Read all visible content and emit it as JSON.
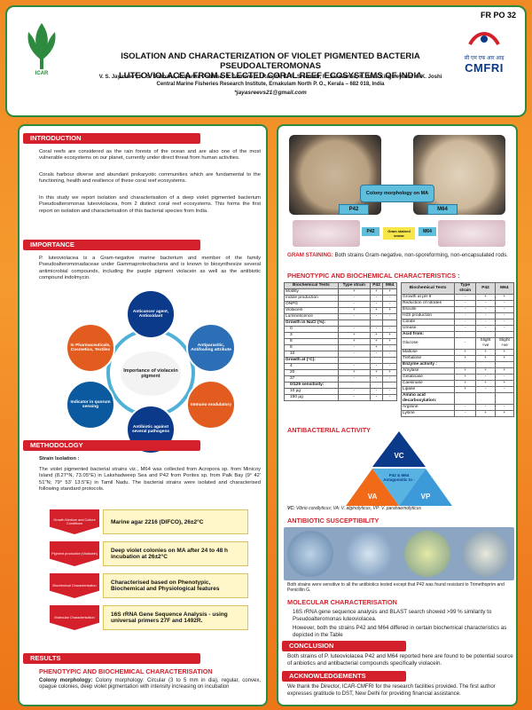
{
  "header": {
    "code": "FR PO 32",
    "title_line1": "ISOLATION AND CHARACTERIZATION OF VIOLET PIGMENTED BACTERIA PSEUDOALTEROMONAS",
    "title_line2": "LUTEOVIOLACEA FROM SELECTED CORAL REEF ECOSYSTEMS OF INDIA",
    "authors": "V. S. Jayasree*, K. S. Sobhana, Priyanka Poulose, S. Jasmine, L. Ranjith, K. R. Sreenath, R. Saravanan, H. Jose Kingsley and K. K. Joshi",
    "institute": "Central Marine Fisheries Research Institute, Ernakulam North P. O., Kerala – 682 018, India",
    "email": "*jayasreevs21@gmail.com",
    "logo_left_text": "ICAR",
    "logo_right_text": "CMFRI",
    "logo_right_hindi": "सी एम एफ आर आइ"
  },
  "intro": {
    "heading": "INTRODUCTION",
    "p1": "Coral reefs are considered as the rain forests of the ocean and are also one of the most vulnerable ecosystems on our planet, currently under direct threat from human activities.",
    "p2": "Corals harbour diverse and abundant prokaryotic communities which are fundamental to the functioning, health and resilience of these coral reef ecosystems.",
    "p3": "In this study we report isolation and characterisation of a deep violet pigmented bacterium Pseudoalteromonas luteoviolacea, from 2 distinct coral reef ecosystems. This forms the first report on isolation and characterisation of this bacterial species from India."
  },
  "importance": {
    "heading": "IMPORTANCE",
    "p1": "P. luteoviolacea is a Gram-negative marine bacterium and member of the family Pseudoalteromonadaceae under Gammaproteobacteria and is known to biosynthesize several antimicrobial compounds, including the purple pigment violacein as well as the antibiotic compound indolmycin.",
    "center": "Importance of violacein pigment",
    "nodes": [
      "Anticancer agent, Antioxidant",
      "Antiparasitic, Antifouling attribute",
      "Immuno modulatory",
      "Antibiotic against several pathogens",
      "Indicator in quorum sensing",
      "In Pharmaceuticals, Cosmetics, Textiles"
    ]
  },
  "methodology": {
    "heading": "METHODOLOGY",
    "sub": "Strain Isolation :",
    "p1": "The violet pigmented bacterial strains viz., M64 was collected from Acropora sp. from Minicoy Island (8.27°N, 73.05°E) in Lakshadweep Sea and P42 from Porites sp. from Palk Bay (9° 42' 51\"N; 79° 53' 13.5\"E) in Tamil Nadu. The bacterial strains were isolated and characterised following standard protocols.",
    "steps": [
      {
        "label": "Growth Medium and Culture Conditions",
        "text": "Marine agar 2216 (DIFCO), 26±2°C"
      },
      {
        "label": "Pigment production (Violacein)",
        "text": "Deep violet colonies on MA after 24 to 48 h incubation at 26±2°C"
      },
      {
        "label": "Biochemical Characterisation",
        "text": "Characterised based on Phenotypic, Biochemical and Physiological features"
      },
      {
        "label": "Molecular Characterisation",
        "text": "16S rRNA Gene Sequence Analysis - using universal primers 27F and 1492R."
      }
    ]
  },
  "results": {
    "heading": "RESULTS",
    "sub": "PHENOTYPIC AND BIOCHEMICAL CHARACTERISATION",
    "colony": "Colony morphology: Circular (3 to 5 mm in dia), regular, convex, opague colonies, deep violet pigmentation with intensity increasing on incubation"
  },
  "right": {
    "colony_label": "Colony morphology on MA",
    "p42": "P42",
    "m64": "M64",
    "gram_label": "Gram stained smear",
    "gram_head": "GRAM STAINING:",
    "gram_text": "Both strains Gram-negative, non-sporeforming, non-encapsulated rods.",
    "pb_head": "PHENOTYPIC AND BIOCHEMICAL CHARACTERISTICS :",
    "table1_head": [
      "Biochemical Tests",
      "Type strain",
      "P42",
      "M64"
    ],
    "table1": [
      [
        "Motility",
        "+",
        "+",
        "+"
      ],
      [
        "Indole production",
        "-",
        "-",
        "-"
      ],
      [
        "ONPG",
        "-",
        "-",
        "-"
      ],
      [
        "Violacein",
        "+",
        "+",
        "+"
      ],
      [
        "Luminescence",
        "-",
        "-",
        "-"
      ],
      [
        "Growth in NaCl (%):",
        "",
        "",
        ""
      ],
      [
        "0",
        "-",
        "-",
        "-"
      ],
      [
        "3",
        "+",
        "+",
        "+"
      ],
      [
        "8",
        "+",
        "+",
        "+"
      ],
      [
        "8",
        "-",
        "+",
        "-"
      ],
      [
        "10",
        "-",
        "-",
        "-"
      ],
      [
        "Growth at (°C):",
        "",
        "",
        ""
      ],
      [
        "4",
        "-",
        "-",
        "-"
      ],
      [
        "20",
        "+",
        "+",
        "+"
      ],
      [
        "37",
        "-",
        "-",
        "-"
      ],
      [
        "0/129 sensitivity:",
        "",
        "",
        ""
      ],
      [
        "10 µg",
        "-",
        "-",
        "-"
      ],
      [
        "150 µg",
        "-",
        "-",
        "-"
      ]
    ],
    "table2_head": [
      "Biochemical Tests",
      "Type strain",
      "P42",
      "M64"
    ],
    "table2": [
      [
        "Growth at pH 6",
        "-",
        "+",
        "+"
      ],
      [
        "Reduction of nitrates",
        "-",
        "-",
        "-"
      ],
      [
        "Esculin",
        "-",
        "-",
        "-"
      ],
      [
        "H2S production",
        "-",
        "-",
        "-"
      ],
      [
        "Citrate",
        "-",
        "-",
        "-"
      ],
      [
        "Urease",
        "-",
        "-",
        "-"
      ],
      [
        "Acid from:",
        "",
        "",
        ""
      ],
      [
        "Glucose",
        "-",
        "Slight +ve",
        "Slight +ve"
      ],
      [
        "Maltose",
        "+",
        "+",
        "+"
      ],
      [
        "Trehalose",
        "+",
        "+",
        "+"
      ],
      [
        "Enzyme activity :",
        "",
        "",
        ""
      ],
      [
        "Amylase",
        "+",
        "+",
        "+"
      ],
      [
        "Gelatinase",
        "+",
        "-",
        "-"
      ],
      [
        "Caesinase",
        "+",
        "+",
        "+"
      ],
      [
        "Lipase",
        "+",
        "-",
        "-"
      ],
      [
        "Amino acid decarboxylation:",
        "",
        "",
        ""
      ],
      [
        "Arginine",
        "-",
        "-",
        "-"
      ],
      [
        "Lysine",
        "-",
        "+",
        "+"
      ]
    ],
    "ab_head": "ANTIBACTERIAL ACTIVITY",
    "vc": "VC",
    "va": "VA",
    "vp": "VP",
    "tri_center": "P42 & M64 Antagonistic to :",
    "ab_caption_b": "VC:",
    "ab_caption": "Vibrio corallyticus; VA: V. alginolyticus, VP: V. parahaemolyticus",
    "as_head": "ANTIBIOTIC SUSCEPTIBILITY",
    "as_text": "Both strains were sensitive to all the antibiotics tested except that P42 was found resistant to Trimethoprim and Penicillin G.",
    "mol_head": "MOLECULAR CHARACTERISATION",
    "mol_p1": "16S rRNA gene sequence analysis and BLAST search showed >99 % similarity to Pseudoalteromonas luteoviolacea.",
    "mol_p2": "However, both the strains P42 and M64 differed in certain biochemical characteristics as depicted in the Table",
    "conc_head": "CONCLUSION",
    "conc_text": "Both strains of P. luteoviolacea P42 and M64 reported here are found to be potential source of anbiotics and antibacterial compounds specifically violacein.",
    "ack_head": "ACKNOWLEDGEMENTS",
    "ack_text": "We thank the Director, ICAR-CMFRI for the research facilities provided. The first author expresses gratitude to DST, New Delhi for providing financial assistance."
  },
  "colors": {
    "red": "#d4202a",
    "green": "#2d8a3e",
    "orange": "#f08a24",
    "navy": "#0b3a8a",
    "violet": "#5b2a86"
  }
}
